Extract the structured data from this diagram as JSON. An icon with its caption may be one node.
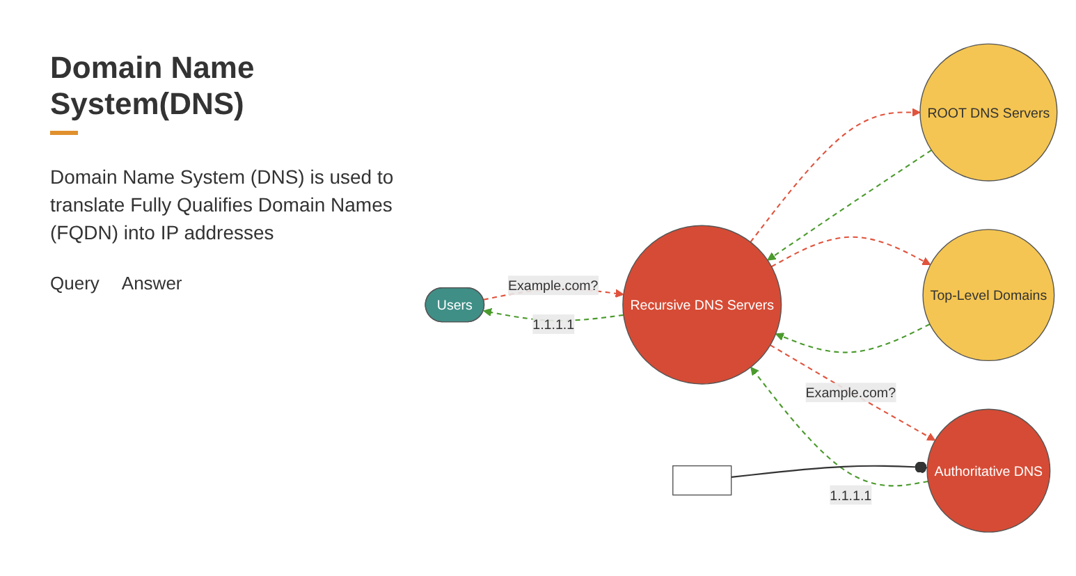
{
  "diagram": {
    "title": "Domain Name System(DNS)",
    "nodes": [
      {
        "text": [
          "Users"
        ]
      },
      {
        "text": [
          "Recursive DNS Servers"
        ]
      },
      {
        "text": [
          "ROOT DNS Servers"
        ]
      },
      {
        "text": [
          "Top-Level Domains"
        ]
      },
      {
        "text": [
          "Authoritative DNS"
        ]
      },
      {
        "text": [],
        "shape": "box"
      }
    ],
    "edges": [
      {
        "from": 0,
        "to": 1,
        "arrow": "to",
        "label": "Example.com?",
        "style": "dashed",
        "color": "#e0533d"
      },
      {
        "from": 1,
        "to": 0,
        "arrow": "to",
        "label": "1.1.1.1",
        "style": "dashed",
        "color": "#4b9a2d"
      },
      {
        "from": 1,
        "to": 2,
        "arrow": "to",
        "style": "dashed",
        "color": "#e0533d"
      },
      {
        "from": 2,
        "to": 1,
        "arrow": "to",
        "style": "dashed",
        "color": "#4b9a2d"
      },
      {
        "from": 1,
        "to": 3,
        "arrow": "to",
        "style": "dashed",
        "color": "#e0533d"
      },
      {
        "from": 3,
        "to": 1,
        "arrow": "to",
        "style": "dashed",
        "color": "#4b9a2d"
      },
      {
        "from": 1,
        "to": 4,
        "arrow": "to",
        "label": "Example.com?",
        "style": "dashed",
        "color": "#e0533d"
      },
      {
        "from": 4,
        "to": 1,
        "arrow": "to",
        "label": "1.1.1.1",
        "style": "dashed",
        "color": "#4b9a2d"
      },
      {
        "from": 5,
        "to": 4,
        "arrow": "other",
        "color": "#333333"
      }
    ],
    "labels": [
      "Domain Name System (DNS) is used to translate Fully Qualifies Domain Names (FQDN) into IP addresses",
      "Query",
      "Answer"
    ]
  }
}
